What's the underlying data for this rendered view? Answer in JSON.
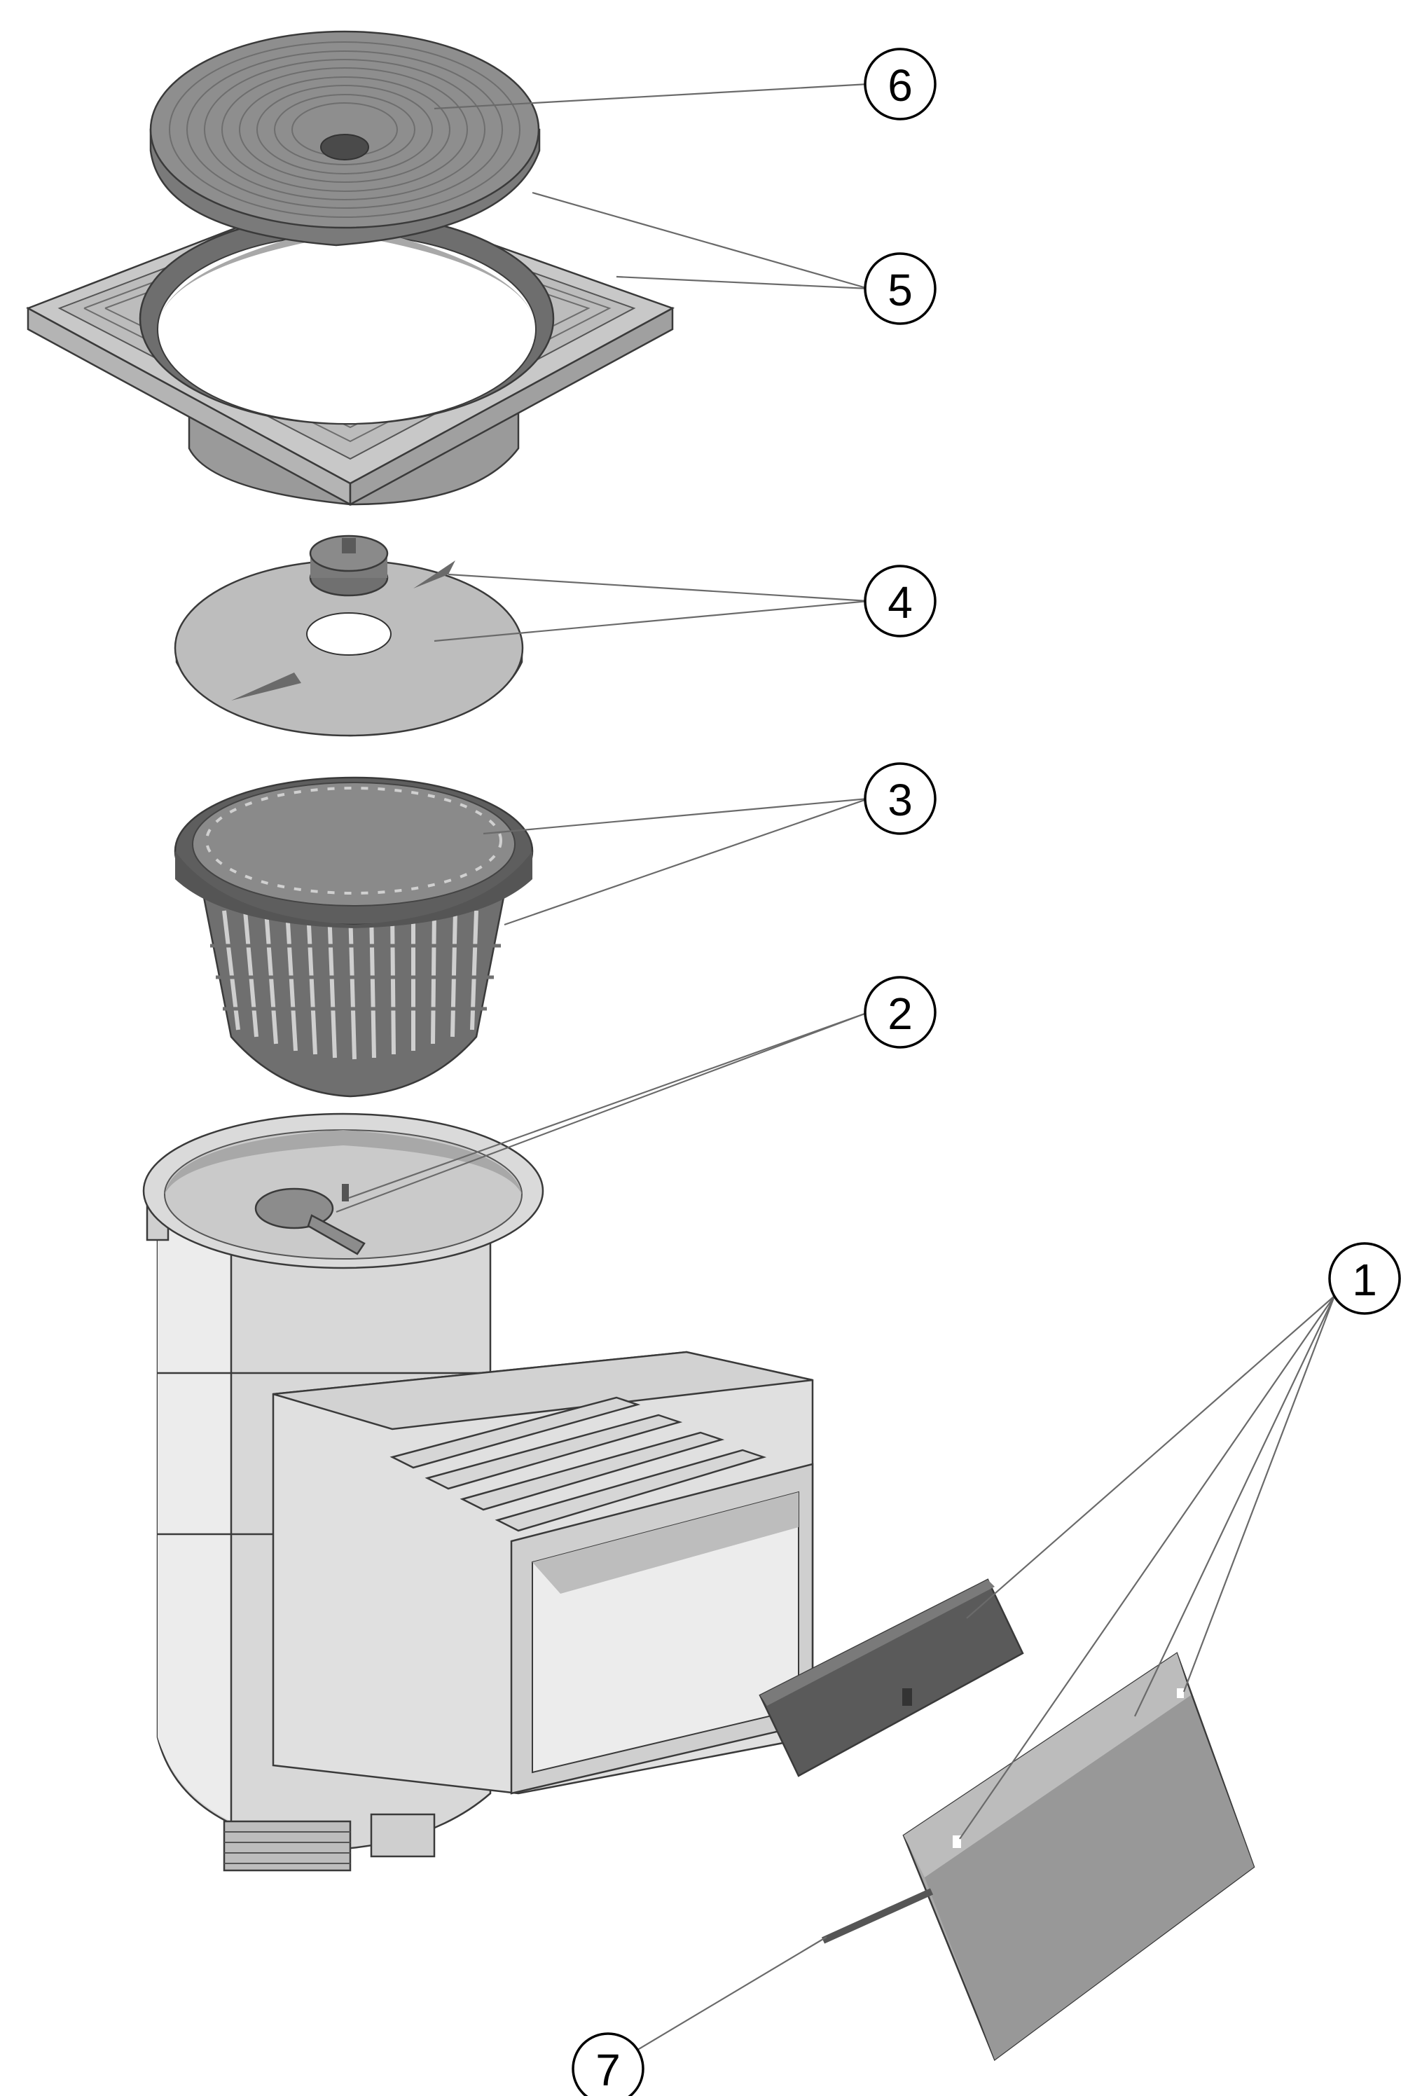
{
  "callouts": [
    {
      "id": "c6",
      "label": "6"
    },
    {
      "id": "c5",
      "label": "5"
    },
    {
      "id": "c4",
      "label": "4"
    },
    {
      "id": "c3",
      "label": "3"
    },
    {
      "id": "c2",
      "label": "2"
    },
    {
      "id": "c1",
      "label": "1"
    },
    {
      "id": "c7",
      "label": "7"
    }
  ],
  "colors": {
    "light_part": "#e2e2e2",
    "mid_part": "#c0c0c0",
    "dark_part": "#8c8c8c",
    "darker_part": "#6a6a6a",
    "outline": "#3a3a3a",
    "leader_line": "#6a6a6a"
  }
}
